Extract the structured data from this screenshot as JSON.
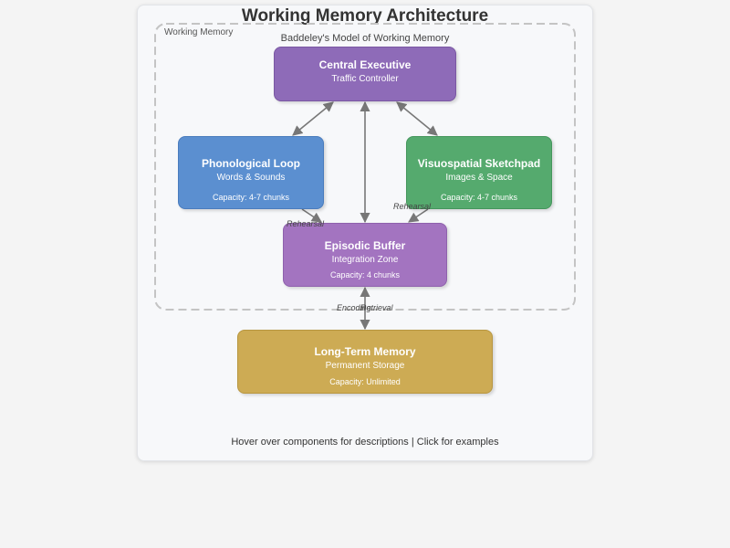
{
  "title": "Working Memory Architecture",
  "subtitle": "Baddeley's Model of Working Memory",
  "region_label": "Working Memory",
  "components": {
    "central_executive": {
      "name": "Central Executive",
      "sub": "Traffic Controller"
    },
    "phonological_loop": {
      "name": "Phonological Loop",
      "sub": "Words & Sounds",
      "capacity": "Capacity: 4-7 chunks"
    },
    "visuospatial_sketchpad": {
      "name": "Visuospatial Sketchpad",
      "sub": "Images & Space",
      "capacity": "Capacity: 4-7 chunks"
    },
    "episodic_buffer": {
      "name": "Episodic Buffer",
      "sub": "Integration Zone",
      "capacity": "Capacity: 4 chunks"
    },
    "long_term_memory": {
      "name": "Long-Term Memory",
      "sub": "Permanent Storage",
      "capacity": "Capacity: Unlimited"
    }
  },
  "edge_labels": {
    "pl_to_eb": "Rehearsal",
    "vs_to_eb": "Rehearsal",
    "encoding": "Encoding",
    "retrieval": "Retrieval"
  },
  "footer": "Hover over components for descriptions | Click for examples",
  "colors": {
    "central_executive": "#8e6bb8",
    "phonological_loop": "#5b8fd0",
    "visuospatial_sketchpad": "#55aa6e",
    "episodic_buffer": "#a374c0",
    "long_term_memory": "#cdab54",
    "arrow": "#777777"
  }
}
